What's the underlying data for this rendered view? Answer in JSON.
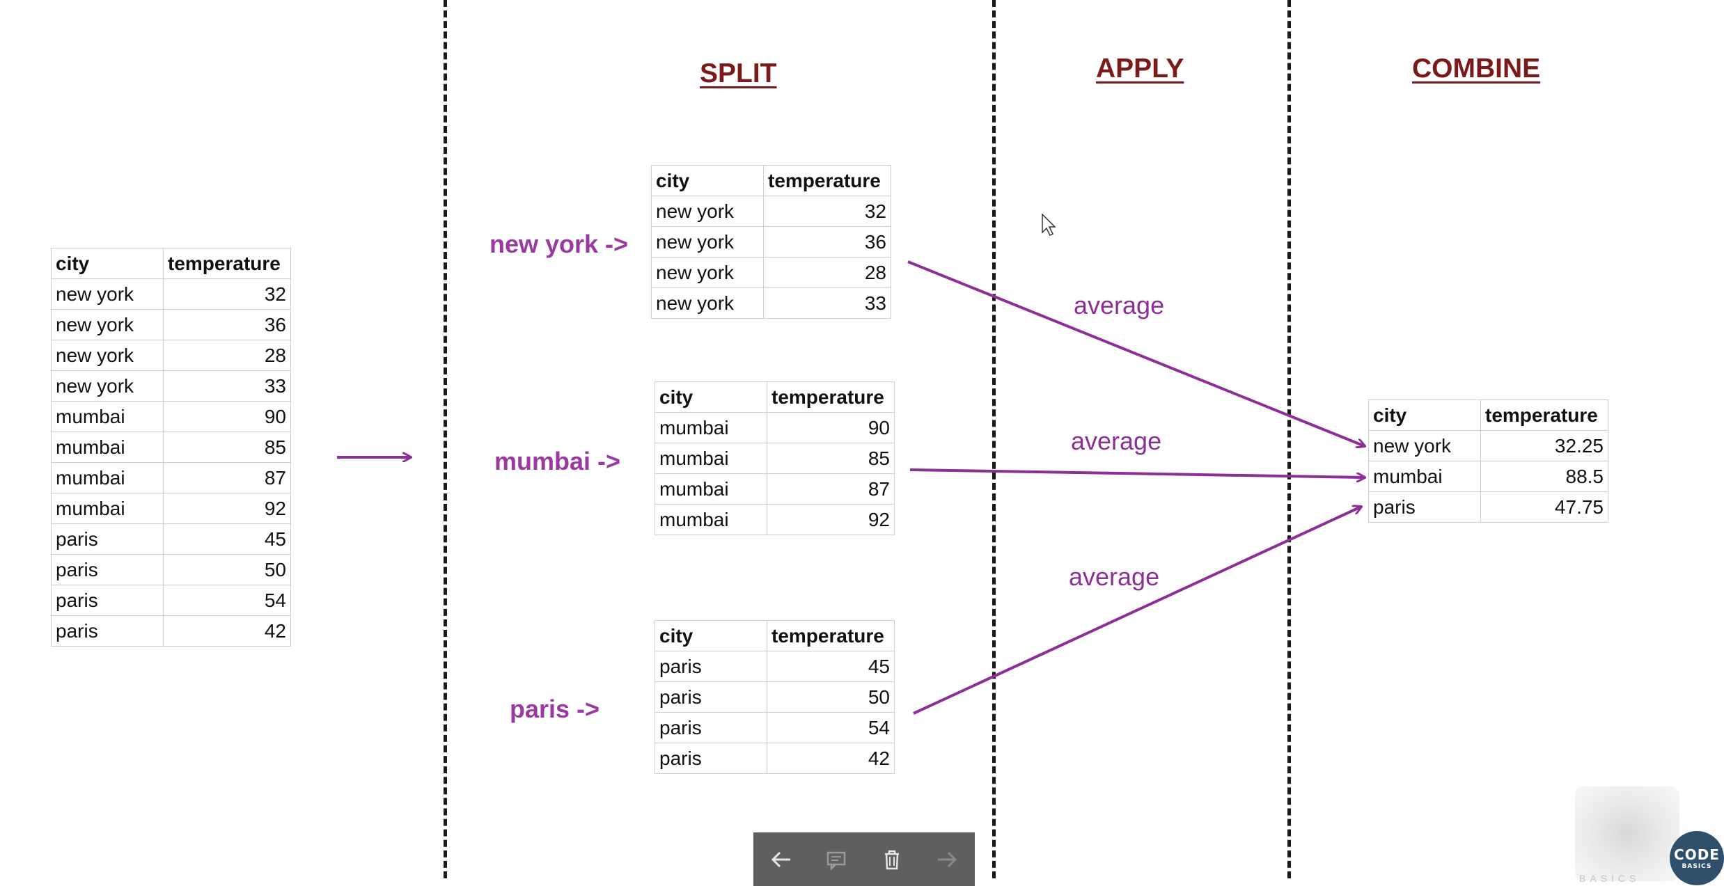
{
  "headings": {
    "split": "SPLIT",
    "apply": "APPLY",
    "combine": "COMBINE"
  },
  "columns": {
    "city": "city",
    "temperature": "temperature"
  },
  "source_table": [
    {
      "city": "new york",
      "temperature": "32"
    },
    {
      "city": "new york",
      "temperature": "36"
    },
    {
      "city": "new york",
      "temperature": "28"
    },
    {
      "city": "new york",
      "temperature": "33"
    },
    {
      "city": "mumbai",
      "temperature": "90"
    },
    {
      "city": "mumbai",
      "temperature": "85"
    },
    {
      "city": "mumbai",
      "temperature": "87"
    },
    {
      "city": "mumbai",
      "temperature": "92"
    },
    {
      "city": "paris",
      "temperature": "45"
    },
    {
      "city": "paris",
      "temperature": "50"
    },
    {
      "city": "paris",
      "temperature": "54"
    },
    {
      "city": "paris",
      "temperature": "42"
    }
  ],
  "groups": [
    {
      "label": "new york ->",
      "rows": [
        {
          "city": "new york",
          "temperature": "32"
        },
        {
          "city": "new york",
          "temperature": "36"
        },
        {
          "city": "new york",
          "temperature": "28"
        },
        {
          "city": "new york",
          "temperature": "33"
        }
      ]
    },
    {
      "label": "mumbai ->",
      "rows": [
        {
          "city": "mumbai",
          "temperature": "90"
        },
        {
          "city": "mumbai",
          "temperature": "85"
        },
        {
          "city": "mumbai",
          "temperature": "87"
        },
        {
          "city": "mumbai",
          "temperature": "92"
        }
      ]
    },
    {
      "label": "paris ->",
      "rows": [
        {
          "city": "paris",
          "temperature": "45"
        },
        {
          "city": "paris",
          "temperature": "50"
        },
        {
          "city": "paris",
          "temperature": "54"
        },
        {
          "city": "paris",
          "temperature": "42"
        }
      ]
    }
  ],
  "apply_labels": [
    "average",
    "average",
    "average"
  ],
  "result_table": [
    {
      "city": "new york",
      "temperature": "32.25"
    },
    {
      "city": "mumbai",
      "temperature": "88.5"
    },
    {
      "city": "paris",
      "temperature": "47.75"
    }
  ],
  "colors": {
    "arrow": "#8c2f96",
    "heading": "#7a1a1a",
    "group_label": "#9a3aa0",
    "toolbar": "#5f5f5f"
  },
  "toolbar": {
    "icons": [
      "arrow-left-icon",
      "comment-icon",
      "trash-icon",
      "arrow-right-icon"
    ]
  },
  "logo": {
    "line1": "CODE",
    "line2": "BASICS",
    "sub": "BASICS"
  }
}
